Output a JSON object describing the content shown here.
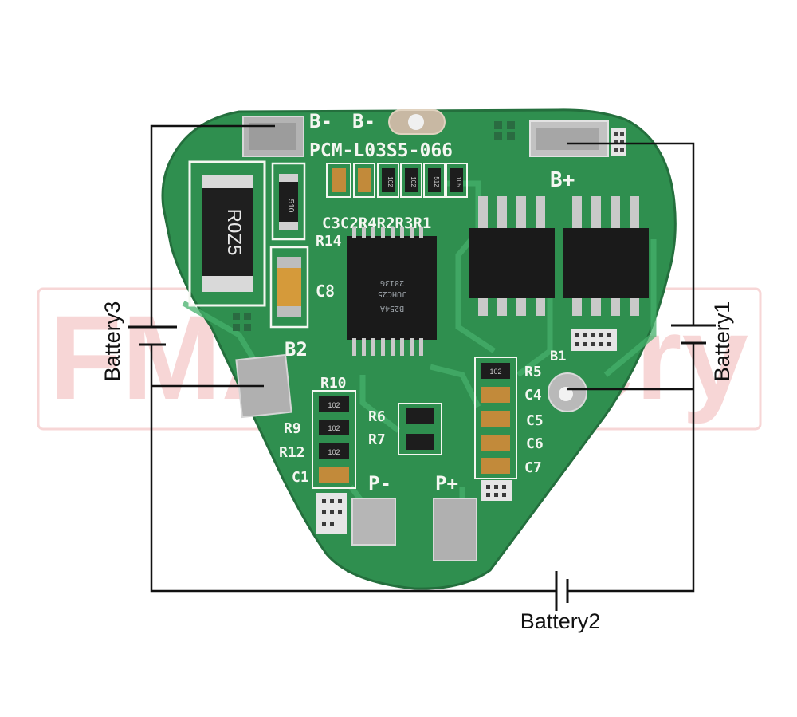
{
  "watermark": {
    "text": "FMA Battery",
    "color": "#f2b5b5"
  },
  "board": {
    "model": "PCM-L03S5-066",
    "color": "#2e8b4e",
    "trace_color": "#3ea561",
    "pad_labels": {
      "b_minus_1": "B-",
      "b_minus_2": "B-",
      "b_plus": "B+",
      "b1": "B1",
      "b2": "B2",
      "p_minus": "P-",
      "p_plus": "P+"
    },
    "component_labels": {
      "top_row": "C3C2R4R2R3R1",
      "r14": "R14",
      "c8": "C8",
      "r10": "R10",
      "r9": "R9",
      "r12": "R12",
      "c1": "C1",
      "r6": "R6",
      "r7": "R7",
      "r5": "R5",
      "c4": "C4",
      "c5": "C5",
      "c6": "C6",
      "c7": "C7"
    },
    "shunt_marking": "R0Z5",
    "ic_marking_1": "JUHC25",
    "ic_marking_2": "B254A",
    "ic_marking_3": "2813G",
    "resistor_codes": [
      "510",
      "102",
      "102",
      "102",
      "102",
      "512",
      "105"
    ]
  },
  "batteries": {
    "battery1": "Battery1",
    "battery2": "Battery2",
    "battery3": "Battery3"
  }
}
